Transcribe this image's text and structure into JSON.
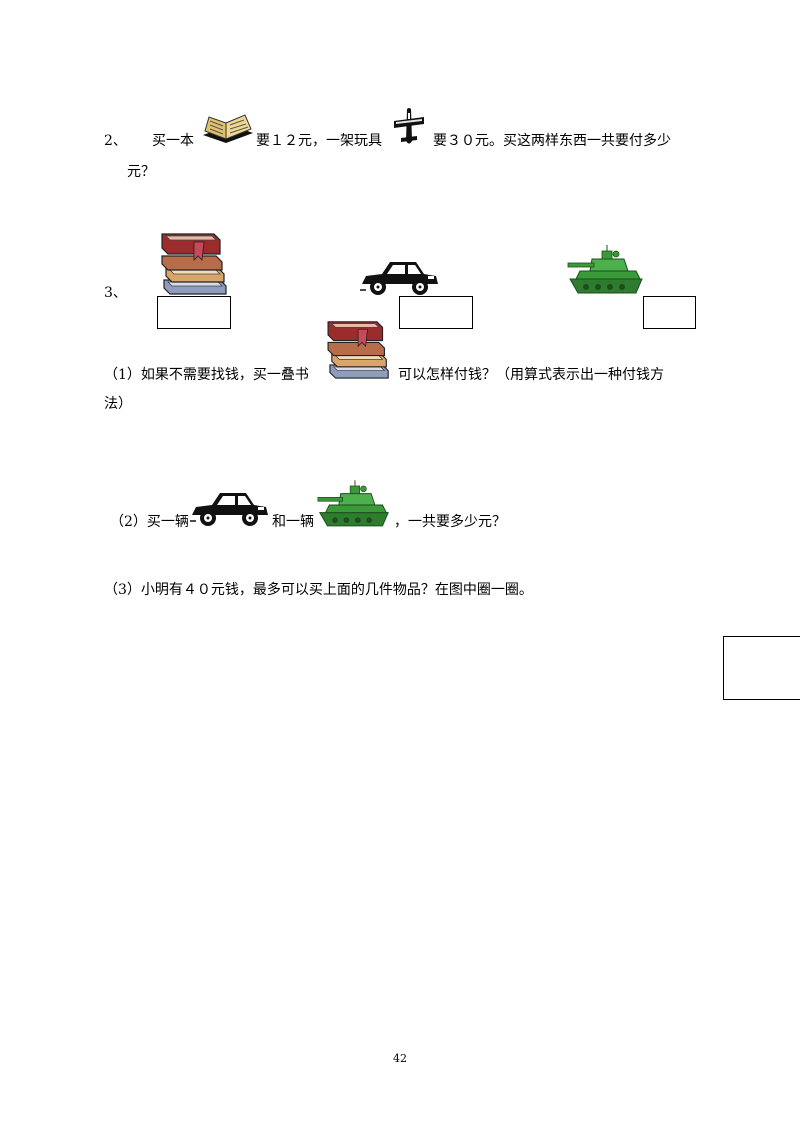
{
  "q2": {
    "number": "2、",
    "part1": "买一本",
    "part2": "要１２元，一架玩具",
    "part3": "要３０元。买这两样东西一共要付多少",
    "part4": "元？"
  },
  "q3": {
    "number": "3、",
    "sub1": {
      "part1": "（1）如果不需要找钱，买一叠书",
      "part2": "可以怎样付钱？（用算式表示出一种付钱方",
      "part3": "法）"
    },
    "sub2": {
      "part1": "（2）买一辆",
      "part2": "和一辆",
      "part3": "，一共要多少元？"
    },
    "sub3": {
      "text": "（3）小明有４０元钱，最多可以买上面的几件物品？在图中圈一圈。"
    }
  },
  "page_number": "42",
  "colors": {
    "book_red": "#9c2b2b",
    "book_tan": "#d9a56b",
    "book_blue": "#8f9bbf",
    "tank_green": "#3a9a3a",
    "car_black": "#111111",
    "open_book_tan": "#e0c069"
  }
}
